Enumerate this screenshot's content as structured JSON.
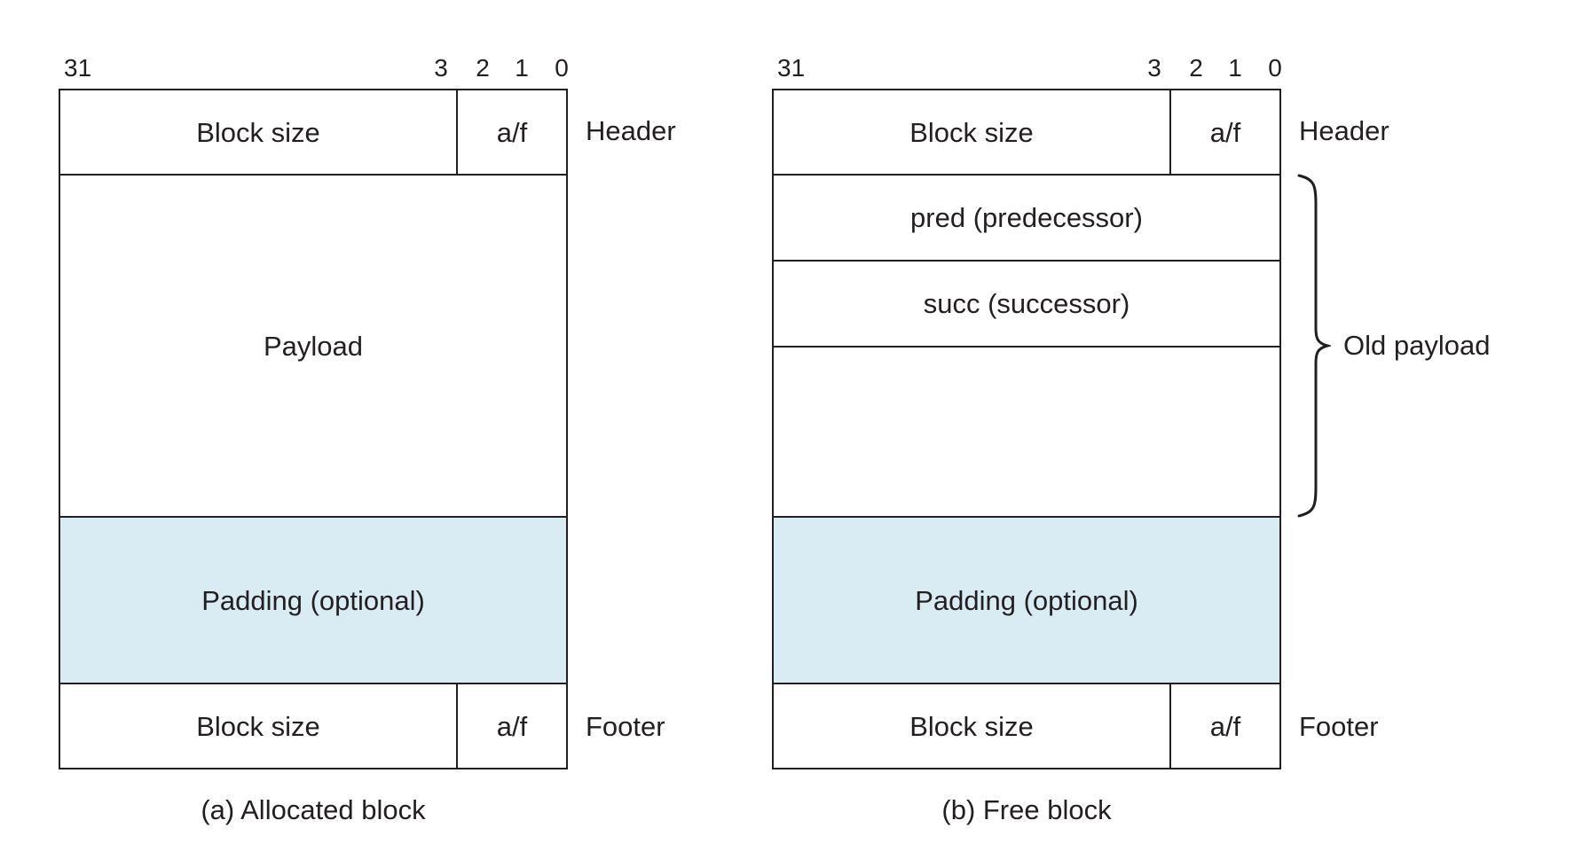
{
  "figure": {
    "colors": {
      "padding_fill": "#d9ecf4",
      "line": "#231f20"
    },
    "bit_labels": [
      "31",
      "3",
      "2",
      "1",
      "0"
    ]
  },
  "allocated": {
    "header_size": "Block size",
    "header_flag": "a/f",
    "header_label": "Header",
    "payload": "Payload",
    "padding": "Padding (optional)",
    "footer_size": "Block size",
    "footer_flag": "a/f",
    "footer_label": "Footer",
    "caption": "(a) Allocated block"
  },
  "free": {
    "header_size": "Block size",
    "header_flag": "a/f",
    "header_label": "Header",
    "pred": "pred (predecessor)",
    "succ": "succ (successor)",
    "padding": "Padding (optional)",
    "footer_size": "Block size",
    "footer_flag": "a/f",
    "footer_label": "Footer",
    "old_payload": "Old payload",
    "caption": "(b) Free block"
  }
}
